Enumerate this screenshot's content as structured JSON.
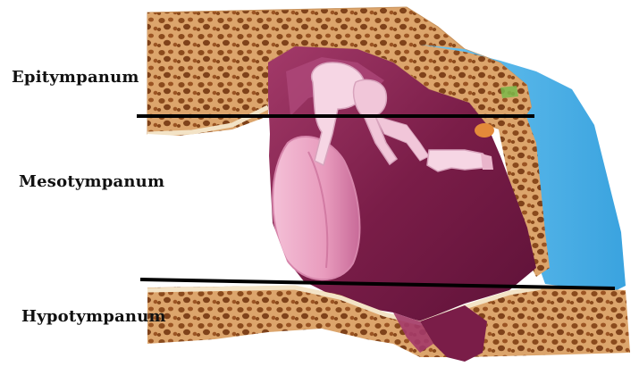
{
  "labels": {
    "epitympanum": "Epitympanum",
    "mesotympanum": "Mesotympanum",
    "hypotympanum": "Hypotympanum"
  },
  "colors": {
    "bone": "#d9a56e",
    "bone_pore": "#8a4a1c",
    "bone_rim": "#f3e3c6",
    "cavity": "#7a1d48",
    "cavity_light": "#a8386a",
    "tympanic_membrane": "#e9a7c4",
    "ossicle": "#f6d6e4",
    "canal": "#4fb3e8",
    "divider_line": "#000000"
  },
  "icons": {
    "middle_ear": "middle-ear-cross-section"
  }
}
